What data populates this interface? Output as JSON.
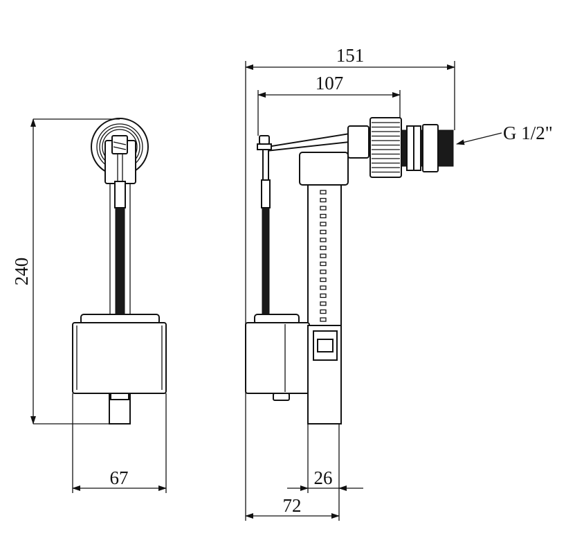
{
  "drawing": {
    "views": [
      "front-view",
      "side-view"
    ],
    "dimensions": {
      "height_total": "240",
      "width_float_front": "67",
      "overall_length": "151",
      "lever_length": "107",
      "column_width": "26",
      "float_to_column": "72"
    },
    "thread_label": "G 1/2\""
  }
}
